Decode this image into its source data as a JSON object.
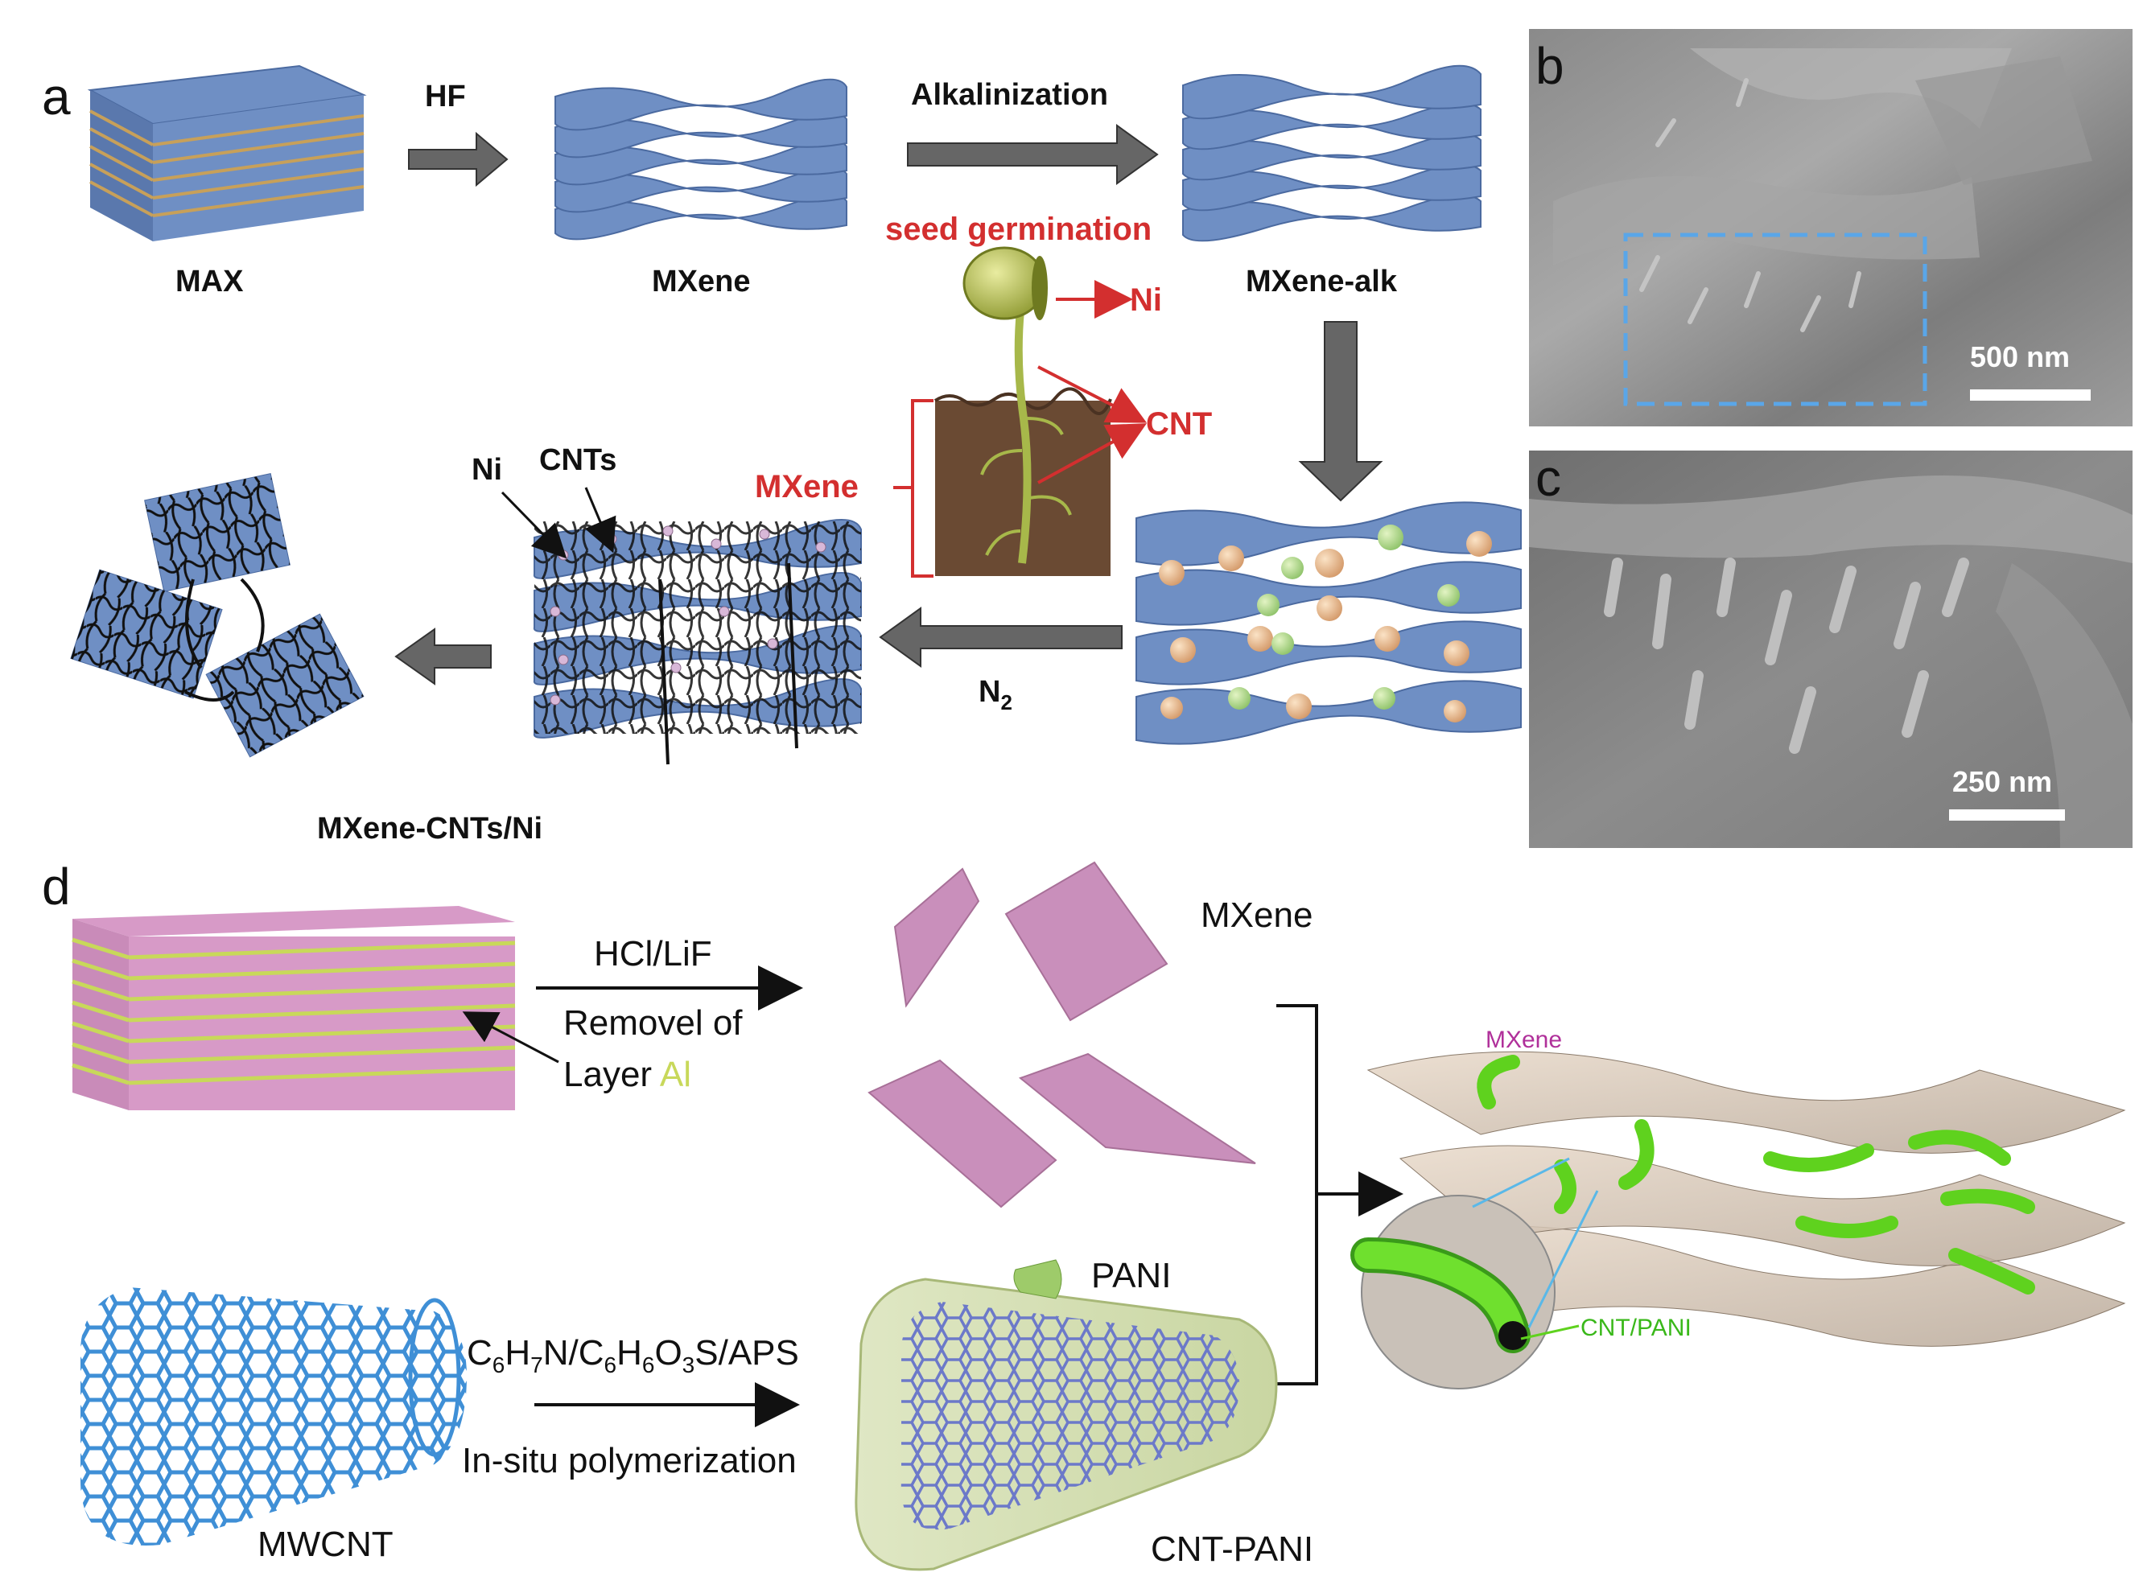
{
  "panel_a": {
    "letter": "a",
    "max_label": "MAX",
    "hf_label": "HF",
    "mxene_label": "MXene",
    "alkalinization_label": "Alkalinization",
    "mxene_alk_label": "MXene-alk",
    "seed_title": "seed germination",
    "ni_label": "Ni",
    "cnt_label": "CNT",
    "mxene_soil_label": "MXene",
    "n2_base": "N",
    "n2_sub": "2",
    "ni_pointer": "Ni",
    "cnts_pointer": "CNTs",
    "product_label": "MXene-CNTs/Ni"
  },
  "panel_b": {
    "letter": "b",
    "scale_bar": "500 nm"
  },
  "panel_c": {
    "letter": "c",
    "scale_bar": "250 nm"
  },
  "panel_d": {
    "letter": "d",
    "acid_label": "HCl/LiF",
    "removal_line1": "Removel of",
    "layer_word": "Layer ",
    "al_word": "Al",
    "mxene_label": "MXene",
    "pani_legend": "PANI",
    "reagent_c6h7n": [
      "C",
      "6",
      "H",
      "7",
      "N/C",
      "6",
      "H",
      "6",
      "O",
      "3",
      "S/APS"
    ],
    "insitu_label": "In-situ polymerization",
    "mwcnt_label": "MWCNT",
    "cnt_pani_label": "CNT-PANI",
    "composite_mxene_label": "MXene",
    "composite_cnt_label": "CNT/PANI"
  },
  "colors": {
    "mxene_blue": "#6f8fc4",
    "ni_red": "#d32f2f",
    "pink": "#d79ac7",
    "al_yellow": "#c8d85a",
    "tube_blue": "#3f8fd6",
    "tube_green": "#5fd21e",
    "composite_magenta": "#b0309a"
  }
}
